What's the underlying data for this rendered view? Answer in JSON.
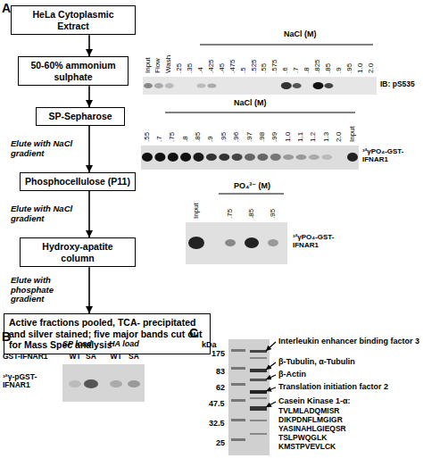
{
  "diagram": {
    "nodes": [
      {
        "text": [
          "HeLa Cytoplasmic Extract"
        ]
      },
      {
        "text": [
          "50-60% ammonium sulphate"
        ]
      },
      {
        "text": [
          "SP-Sepharose"
        ]
      },
      {
        "text": [
          "Phosphocellulose (P11)"
        ]
      },
      {
        "text": [
          "Hydroxy-apatite column"
        ]
      },
      {
        "text": [
          "Active fractions pooled, TCA- precipitated and silver stained; five major bands cut out for Mass Spec analysis"
        ]
      }
    ],
    "edges": [
      {
        "from": 0,
        "to": 1,
        "arrow": "to"
      },
      {
        "from": 1,
        "to": 2,
        "arrow": "to"
      },
      {
        "from": 2,
        "to": 3,
        "arrow": "to",
        "label": "Elute with NaCl gradient"
      },
      {
        "from": 3,
        "to": 4,
        "arrow": "to",
        "label": "Elute with NaCl gradient"
      },
      {
        "from": 4,
        "to": 5,
        "arrow": "to",
        "label": "Elute with phosphate gradient"
      }
    ],
    "labels": [
      "A",
      "Input",
      "Flow",
      "Wash",
      ".25",
      ".35",
      ".4",
      ".425",
      ".45",
      ".475",
      ".5",
      ".525",
      ".55",
      ".575",
      ".6",
      ".7",
      ".8",
      ".825",
      ".85",
      ".9",
      ".95",
      "1.0",
      "2.0",
      "NaCl (M)",
      "IB: pS535",
      "NaCl (M)",
      ".55",
      ".7",
      ".75",
      ".8",
      ".85",
      ".9",
      ".95",
      ".96",
      ".97",
      ".98",
      ".99",
      "1.0",
      "1.1",
      "1.2",
      "1.3",
      "2.0",
      "Input",
      "³²γPO₄-GST-IFNAR1",
      "PO₄³⁻ (M)",
      "Input",
      ".75",
      ".85",
      ".95",
      "³²γPO₄-GST-IFNAR1",
      "B",
      "SP load",
      "HA load",
      "GST-IFNAR1",
      "WT",
      "SA",
      "WT",
      "SA",
      "³²γ-pGST-IFNAR1",
      "C",
      "kDa",
      "175",
      "83",
      "62",
      "47.5",
      "32.5",
      "25",
      "Interleukin enhancer binding factor 3",
      "β-Tubulin, α-Tubulin",
      "β-Actin",
      "Translation initiation factor 2",
      "Casein Kinase 1-α:",
      "TVLMLADQMISR",
      "DIKPDNFLMGIGR",
      "YASINAHLGIEQSR",
      "TSLPWQGLK",
      "KMSTPVEVLCK"
    ]
  }
}
